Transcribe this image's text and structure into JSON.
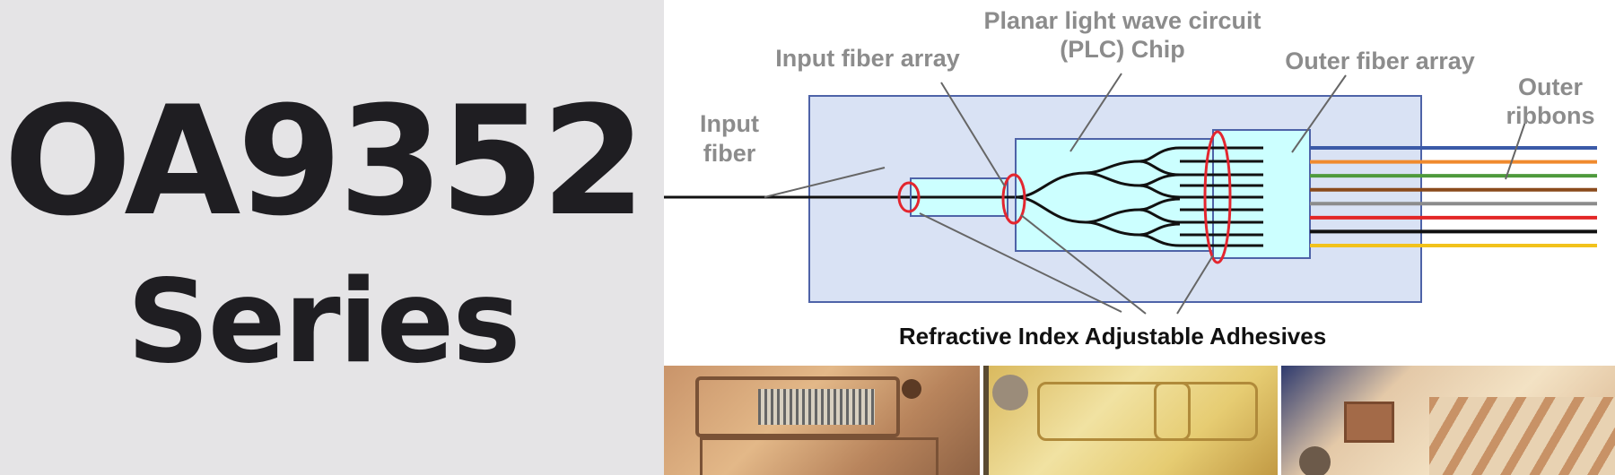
{
  "title": {
    "main": "OA9352",
    "sub": "Series"
  },
  "diagram": {
    "labels": {
      "plc_line1": "Planar light wave circuit",
      "plc_line2": "(PLC) Chip",
      "input_array": "Input fiber array",
      "outer_array": "Outer fiber array",
      "input_fiber_1": "Input",
      "input_fiber_2": "fiber",
      "outer_ribbons_1": "Outer",
      "outer_ribbons_2": "ribbons",
      "adhesives": "Refractive Index Adjustable Adhesives"
    },
    "ribbon_colors": [
      "#3b5aa8",
      "#f08a2e",
      "#4e9a3c",
      "#8a4a1c",
      "#8c8c8c",
      "#e32626",
      "#111111",
      "#f2c21b"
    ],
    "colors": {
      "outer_box": "#d9e2f4",
      "chip_fill": "#ccffff",
      "box_stroke": "#4e63a8",
      "adhesive_ring": "#e3262f"
    }
  },
  "photos": [
    {
      "name": "photo-device-1"
    },
    {
      "name": "photo-device-2"
    },
    {
      "name": "photo-device-3"
    }
  ]
}
